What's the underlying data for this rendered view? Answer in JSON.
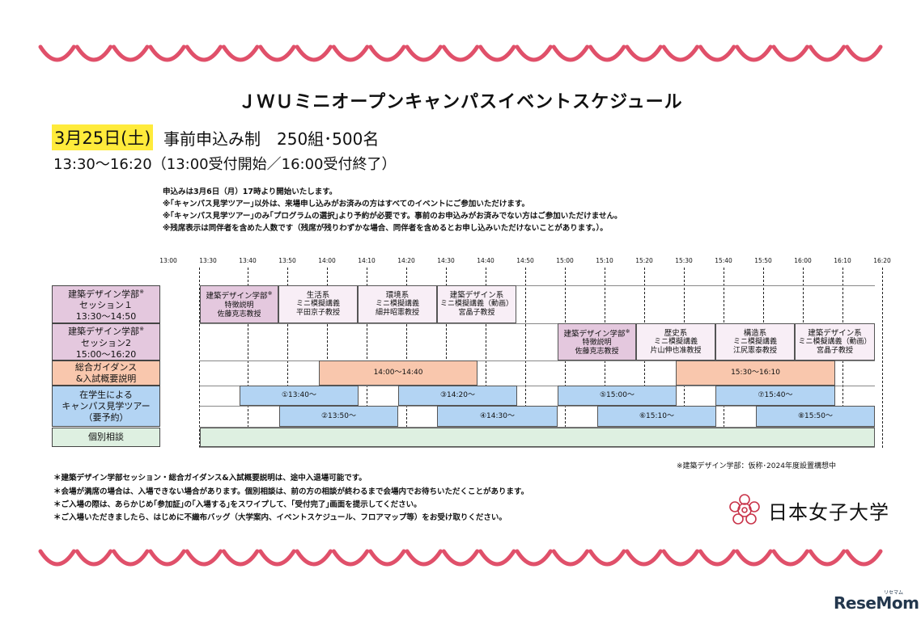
{
  "title": "ＪＷＵミニオープンキャンパスイベントスケジュール",
  "event": {
    "date": "3月25日(土)",
    "booking": "事前申込み制　250組･500名",
    "time": "13:30〜16:20（13:00受付開始／16:00受付終了）"
  },
  "notes": [
    "申込みは3月6日（月）17時より開始いたします。",
    "※｢キャンパス見学ツアー｣以外は、来場申し込みがお済みの方はすべてのイベントにご参加いただけます。",
    "※｢キャンパス見学ツアー｣のみ｢プログラムの選択｣より予約が必要です。事前のお申込みがお済みでない方はご参加いただけません。",
    "※残席表示は同伴者を含めた人数です（残席が残りわずかな場合、同伴者を含めるとお申し込みいただけないことがあります。）。"
  ],
  "ticks": [
    "13:00",
    "13:30",
    "13:40",
    "13:50",
    "14:00",
    "14:10",
    "14:20",
    "14:30",
    "14:40",
    "14:50",
    "15:00",
    "15:10",
    "15:20",
    "15:30",
    "15:40",
    "15:50",
    "16:00",
    "16:10",
    "16:20"
  ],
  "rows": {
    "s1": {
      "line1": "建築デザイン学部",
      "mark": "※",
      "line2": "セッション１",
      "line3": "13:30〜14:50"
    },
    "s2": {
      "line1": "建築デザイン学部",
      "mark": "※",
      "line2": "セッション2",
      "line3": "15:00〜16:20"
    },
    "guidance": {
      "line1": "総合ガイダンス",
      "line2": "&入試概要説明"
    },
    "tour": {
      "line1": "在学生による",
      "line2": "キャンパス見学ツアー",
      "line3": "（要予約）"
    },
    "consult": {
      "line1": "個別相談"
    }
  },
  "blocks": {
    "s1_a": {
      "l1": "建築デザイン学部",
      "mark": "※",
      "l2": "特徴説明",
      "l3": "佐藤克志教授"
    },
    "s1_b": {
      "l1": "生活系",
      "l2": "ミニ模擬講義",
      "l3": "平田京子教授"
    },
    "s1_c": {
      "l1": "環境系",
      "l2": "ミニ模擬講義",
      "l3": "細井昭憲教授"
    },
    "s1_d": {
      "l1": "建築デザイン系",
      "l2": "ミニ模擬講義（動画）",
      "l3": "宮晶子教授"
    },
    "s2_a": {
      "l1": "建築デザイン学部",
      "mark": "※",
      "l2": "特徴説明",
      "l3": "佐藤克志教授"
    },
    "s2_b": {
      "l1": "歴史系",
      "l2": "ミニ模擬講義",
      "l3": "片山伸也准教授"
    },
    "s2_c": {
      "l1": "構造系",
      "l2": "ミニ模擬講義",
      "l3": "江尻憲泰教授"
    },
    "s2_d": {
      "l1": "建築デザイン系",
      "l2": "ミニ模擬講義（動画）",
      "l3": "宮晶子教授"
    },
    "g1": "14:00〜14:40",
    "g2": "15:30〜16:10",
    "t1": "①13:40〜",
    "t3": "③14:20〜",
    "t5": "⑤15:00〜",
    "t7": "⑦15:40〜",
    "t2": "②13:50〜",
    "t4": "④14:30〜",
    "t6": "⑥15:10〜",
    "t8": "⑧15:50〜"
  },
  "bottom_note": "※建築デザイン学部：仮称･2024年度設置構想中",
  "footer_notes": [
    "＊建築デザイン学部セッション・総合ガイダンス&入試概要説明は、途中入退場可能です。",
    "＊会場が満席の場合は、入場できない場合があります。個別相談は、前の方の相談が終わるまで会場内でお待ちいただくことがあります。",
    "＊ご入場の際は、あらかじめ｢参加証｣の｢入場する｣をスワイプして、｢受付完了｣画面を提示してください。",
    "＊ご入場いただきましたら、はじめに不織布バッグ（大学案内、イベントスケジュール、フロアマップ等）をお受け取りください。"
  ],
  "logo": {
    "name": "日本女子大学"
  },
  "watermark": {
    "text": "ReseMom",
    "small": "リセマム"
  },
  "colors": {
    "wave": "#e0506a",
    "highlight": "#ffeb3b",
    "session_header": "#e4c8de",
    "session_block": "#f8eef6",
    "guidance": "#f9c7ad",
    "tour": "#b3d4f3",
    "consult": "#def0e1",
    "logo": "#c9344a"
  }
}
